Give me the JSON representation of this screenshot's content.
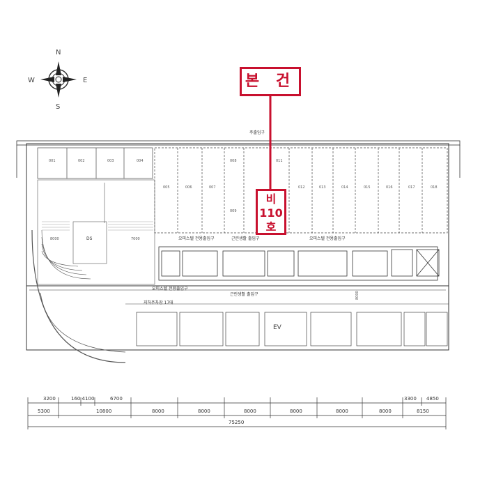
{
  "compass": {
    "n": "N",
    "w": "W",
    "e": "E",
    "s": "S"
  },
  "callouts": {
    "main_building": "본 건",
    "unit_b_prefix": "비",
    "unit_b_number": "110",
    "unit_b_suffix": "호"
  },
  "labels": {
    "main_entrance": "주출입구",
    "lobby": "DS",
    "officetel_entrance_1": "오피스텔 전용출입구",
    "officetel_entrance_2": "오피스텔 전용출입구",
    "neighborhood_entrance_1": "근린생활 출입구",
    "neighborhood_entrance_2": "근린생활 출입구",
    "officetel_entrance_3": "오피스텔 전용출입구",
    "parking": "지하주차장 17대",
    "elevator": "EV"
  },
  "units": [
    "001",
    "002",
    "003",
    "004",
    "005",
    "006",
    "007",
    "008",
    "009",
    "011",
    "012",
    "013",
    "014",
    "015",
    "016",
    "017",
    "018"
  ],
  "dims_top": [
    "3200",
    "160 4100",
    "6700",
    "3300",
    "4850"
  ],
  "dims_mid": [
    "5300",
    "10800",
    "8000",
    "8000",
    "8000",
    "8000",
    "8000",
    "8000",
    "8150"
  ],
  "dims_total": "75250",
  "dims_inner": [
    "8000",
    "7000",
    "8000"
  ]
}
